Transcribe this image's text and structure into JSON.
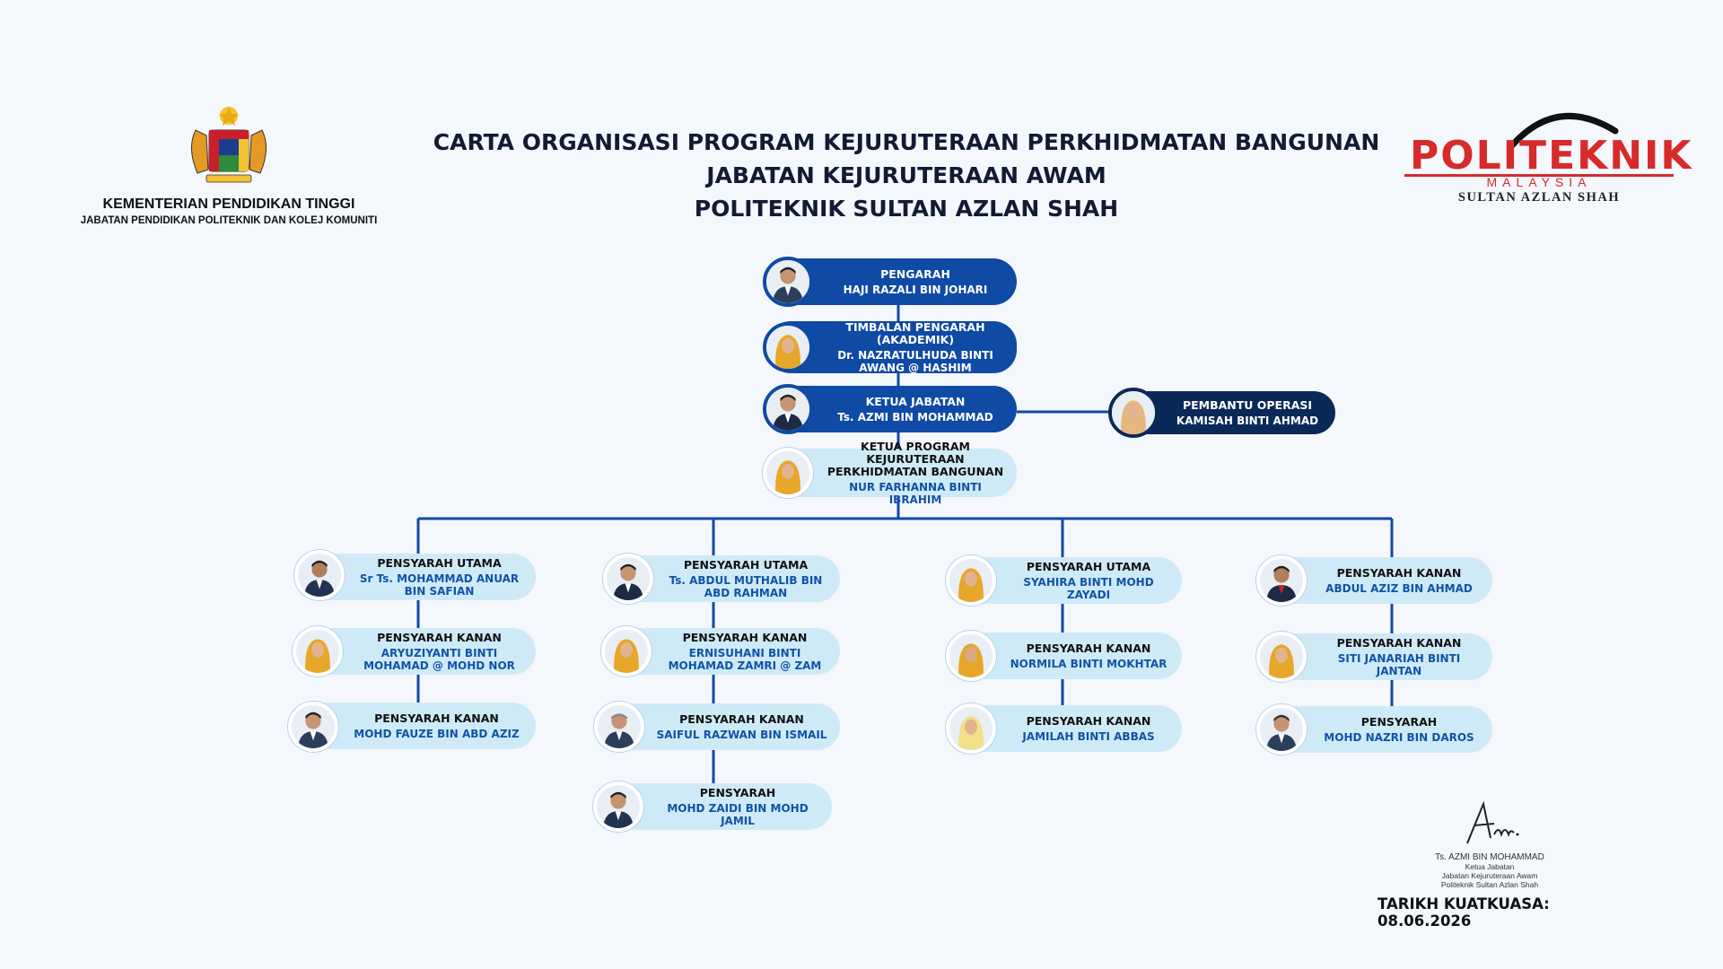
{
  "header": {
    "ministry_line1": "KEMENTERIAN PENDIDIKAN TINGGI",
    "ministry_line2": "JABATAN PENDIDIKAN POLITEKNIK DAN KOLEJ KOMUNITI",
    "title_line1": "CARTA ORGANISASI PROGRAM KEJURUTERAAN PERKHIDMATAN BANGUNAN",
    "title_line2": "JABATAN KEJURUTERAAN AWAM",
    "title_line3": "POLITEKNIK SULTAN AZLAN SHAH",
    "logo_text": "POLITEKNIK",
    "logo_sub1": "MALAYSIA",
    "logo_sub2": "SULTAN AZLAN SHAH"
  },
  "colors": {
    "primary_blue": "#0f4aa5",
    "navy": "#0b2957",
    "light_card": "#cfeaf7",
    "logo_red": "#d72a2a",
    "connector": "#0f4aa5"
  },
  "chart": {
    "director": {
      "role": "PENGARAH",
      "name": "HAJI RAZALI BIN JOHARI",
      "photo": "male-portrait-icon"
    },
    "deputy": {
      "role": "TIMBALAN PENGARAH (AKADEMIK)",
      "name": "Dr. NAZRATULHUDA BINTI AWANG @ HASHIM",
      "photo": "female-hijab-portrait-icon"
    },
    "head_dept": {
      "role": "KETUA JABATAN",
      "name": "Ts. AZMI BIN MOHAMMAD",
      "photo": "male-portrait-icon"
    },
    "assistant": {
      "role": "PEMBANTU OPERASI",
      "name": "KAMISAH BINTI AHMAD",
      "photo": "female-hijab-portrait-icon"
    },
    "program_head": {
      "role": "KETUA PROGRAM KEJURUTERAAN PERKHIDMATAN BANGUNAN",
      "name": "NUR FARHANNA BINTI IBRAHIM",
      "photo": "female-hijab-portrait-icon"
    },
    "columns": [
      [
        {
          "role": "PENSYARAH UTAMA",
          "name": "Sr Ts. MOHAMMAD ANUAR BIN SAFIAN",
          "photo": "male-portrait-icon"
        },
        {
          "role": "PENSYARAH KANAN",
          "name": "ARYUZIYANTI BINTI MOHAMAD @ MOHD NOR",
          "photo": "female-hijab-portrait-icon"
        },
        {
          "role": "PENSYARAH KANAN",
          "name": "MOHD FAUZE BIN ABD AZIZ",
          "photo": "male-portrait-icon"
        }
      ],
      [
        {
          "role": "PENSYARAH UTAMA",
          "name": "Ts. ABDUL MUTHALIB BIN ABD RAHMAN",
          "photo": "male-portrait-icon"
        },
        {
          "role": "PENSYARAH KANAN",
          "name": "ERNISUHANI BINTI MOHAMAD ZAMRI @ ZAM",
          "photo": "female-hijab-portrait-icon"
        },
        {
          "role": "PENSYARAH KANAN",
          "name": "SAIFUL RAZWAN BIN ISMAIL",
          "photo": "male-portrait-icon"
        },
        {
          "role": "PENSYARAH",
          "name": "MOHD ZAIDI BIN MOHD JAMIL",
          "photo": "male-portrait-icon"
        }
      ],
      [
        {
          "role": "PENSYARAH UTAMA",
          "name": "SYAHIRA BINTI MOHD ZAYADI",
          "photo": "female-hijab-portrait-icon"
        },
        {
          "role": "PENSYARAH KANAN",
          "name": "NORMILA BINTI MOKHTAR",
          "photo": "female-hijab-portrait-icon"
        },
        {
          "role": "PENSYARAH KANAN",
          "name": "JAMILAH BINTI ABBAS",
          "photo": "female-hijab-portrait-icon"
        }
      ],
      [
        {
          "role": "PENSYARAH KANAN",
          "name": "ABDUL AZIZ BIN AHMAD",
          "photo": "male-portrait-icon"
        },
        {
          "role": "PENSYARAH KANAN",
          "name": "SITI JANARIAH BINTI JANTAN",
          "photo": "female-hijab-portrait-icon"
        },
        {
          "role": "PENSYARAH",
          "name": "MOHD NAZRI BIN DAROS",
          "photo": "male-portrait-icon"
        }
      ]
    ]
  },
  "signature": {
    "name": "Ts. AZMI BIN MOHAMMAD",
    "line1": "Ketua Jabatan",
    "line2": "Jabatan Kejuruteraan Awam",
    "line3": "Politeknik Sultan Azlan Shah"
  },
  "effective_date": "TARIKH KUATKUASA: 08.06.2026"
}
